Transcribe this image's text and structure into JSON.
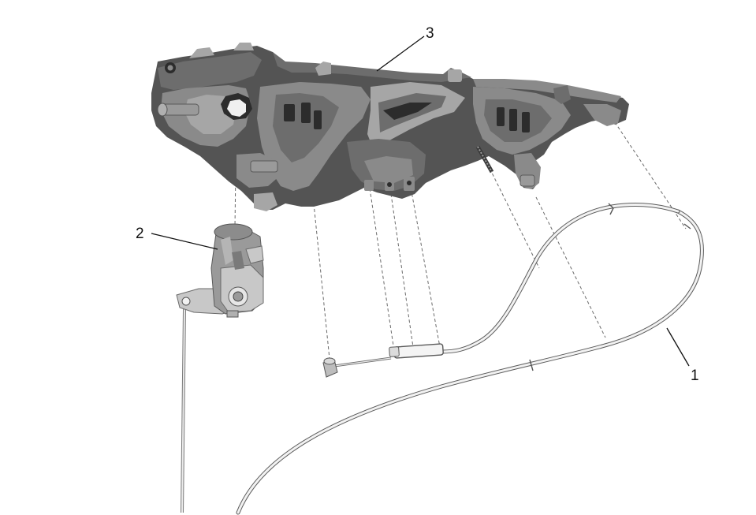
{
  "callouts": {
    "label_1": "1",
    "label_2": "2",
    "label_3": "3"
  },
  "colors": {
    "part_dark": "#545454",
    "part_mid": "#6d6d6d",
    "part_light": "#8a8a8a",
    "cable_outline": "#5c5c5c",
    "line": "#111111"
  }
}
